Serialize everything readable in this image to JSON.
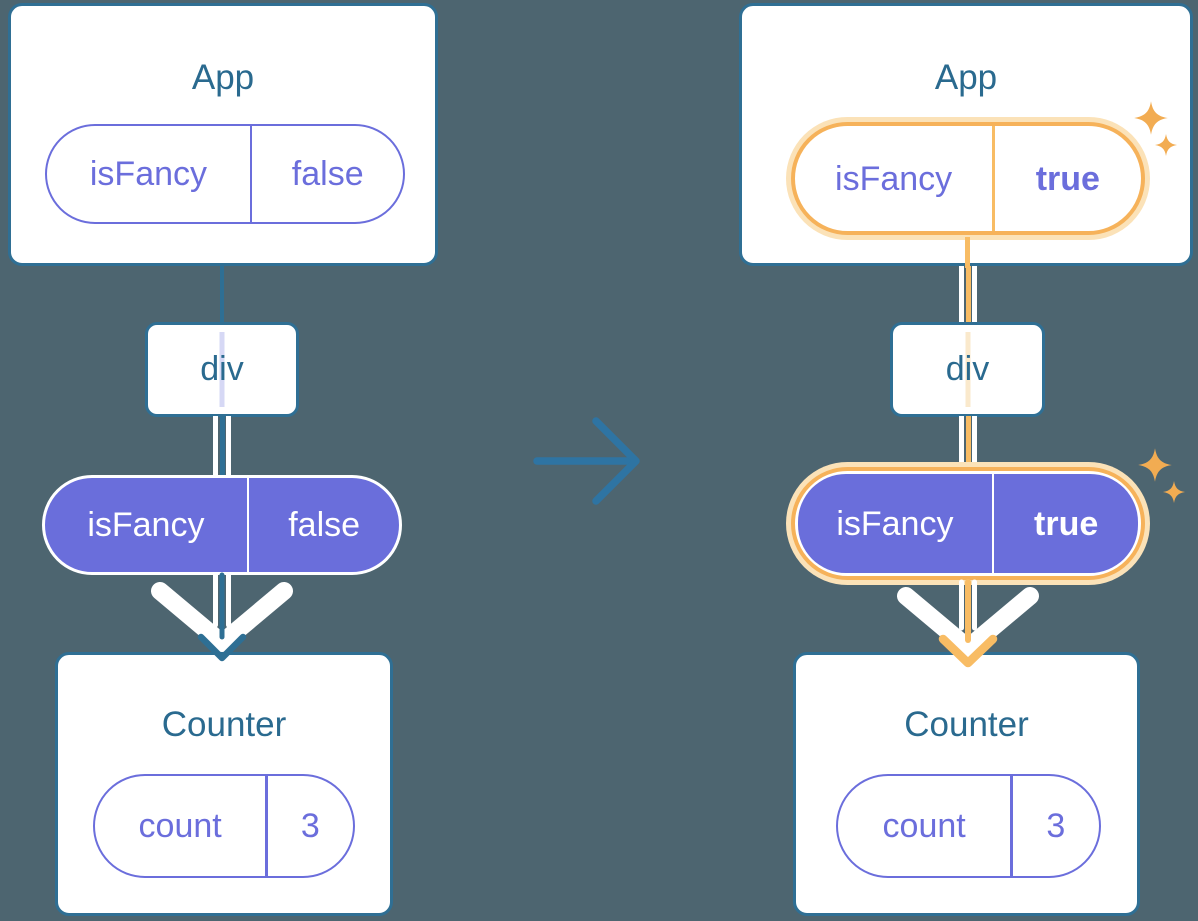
{
  "colors": {
    "background": "#4D6570",
    "card_border": "#2F6F94",
    "card_bg": "#FFFFFF",
    "heading": "#2A6A8F",
    "teal_line": "#2E6F94",
    "transition_arrow": "#2E74A3",
    "purple": "#6A6EDB",
    "purple_text": "#6B6EDC",
    "lavender_core": "#D6D8F5",
    "orange_ring": "#F6B25A",
    "orange_glow": "#FBE2B8",
    "orange_line": "#F8BC64",
    "cream_core": "#FAE9CC",
    "sparkle": "#F2AC52"
  },
  "icons": {
    "sparkle_icon": "four-point-star",
    "transition_arrow_icon": "arrow-right",
    "prop_flow_arrow_icon": "arrow-down-chevron"
  },
  "before": {
    "app_title": "App",
    "app_prop": {
      "name": "isFancy",
      "value": "false"
    },
    "div_label": "div",
    "passed_prop": {
      "name": "isFancy",
      "value": "false"
    },
    "counter_title": "Counter",
    "counter_state": {
      "name": "count",
      "value": "3"
    }
  },
  "after": {
    "app_title": "App",
    "app_prop": {
      "name": "isFancy",
      "value": "true"
    },
    "div_label": "div",
    "passed_prop": {
      "name": "isFancy",
      "value": "true"
    },
    "counter_title": "Counter",
    "counter_state": {
      "name": "count",
      "value": "3"
    }
  }
}
